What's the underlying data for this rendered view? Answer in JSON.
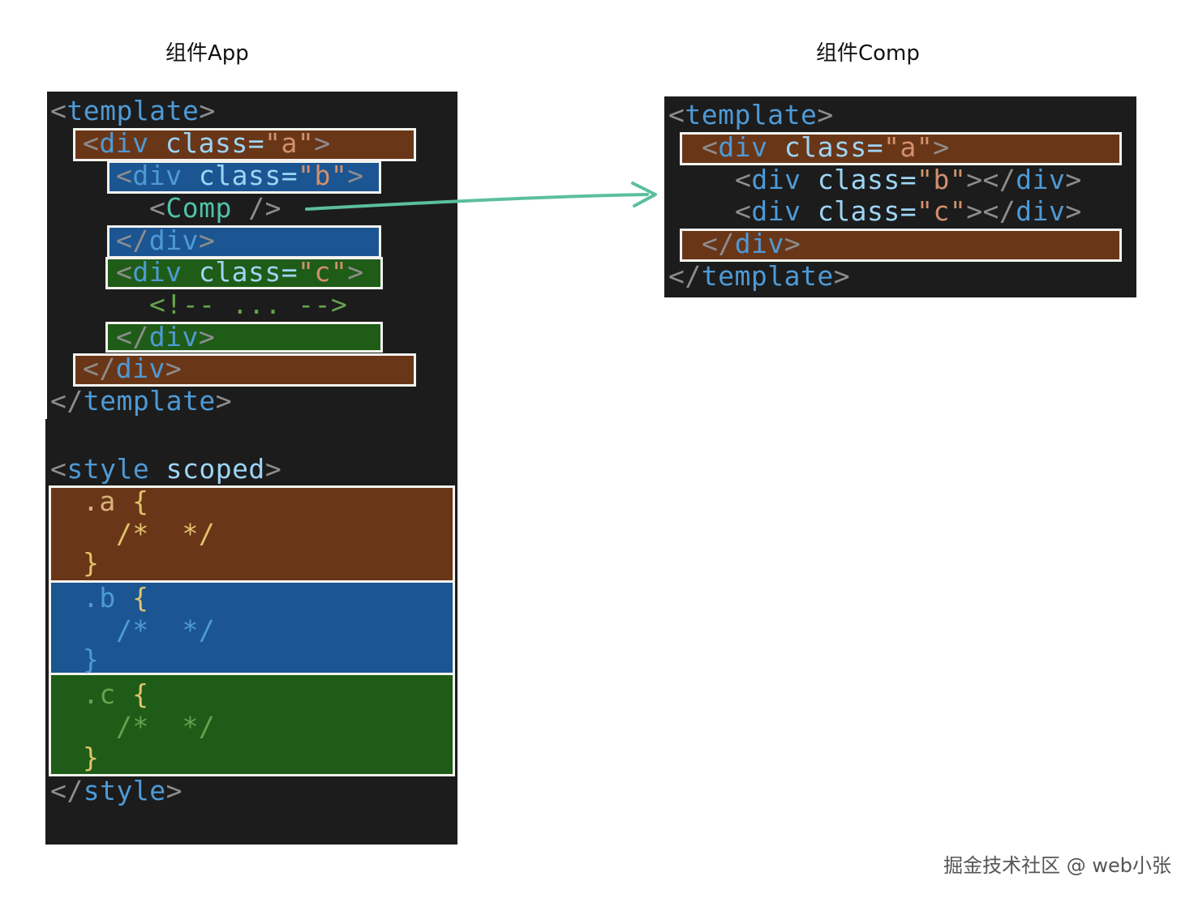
{
  "titles": {
    "app": "组件App",
    "comp": "组件Comp"
  },
  "app_template": {
    "open_bracket": "<",
    "open_tag": "template",
    "open_close": ">",
    "div_a": {
      "lt": "<",
      "tag": "div",
      "attr": "class",
      "eq": "=",
      "val": "\"a\"",
      "gt": ">"
    },
    "div_b": {
      "lt": "<",
      "tag": "div",
      "attr": "class",
      "eq": "=",
      "val": "\"b\"",
      "gt": ">"
    },
    "comp": {
      "lt": "<",
      "name": "Comp",
      "end": "/>"
    },
    "close_div_b": {
      "lt": "</",
      "tag": "div",
      "gt": ">"
    },
    "div_c": {
      "lt": "<",
      "tag": "div",
      "attr": "class",
      "eq": "=",
      "val": "\"c\"",
      "gt": ">"
    },
    "comment": "<!-- ... -->",
    "close_div_c": {
      "lt": "</",
      "tag": "div",
      "gt": ">"
    },
    "close_div_a": {
      "lt": "</",
      "tag": "div",
      "gt": ">"
    },
    "close_bracket": "</",
    "close_tag": "template",
    "close_close": ">"
  },
  "app_style": {
    "open_lt": "<",
    "open_tag": "style",
    "open_attr": "scoped",
    "open_gt": ">",
    "rules": [
      {
        "selector": ".a",
        "open": "{",
        "comment": "/*  */",
        "close": "}"
      },
      {
        "selector": ".b",
        "open": "{",
        "comment": "/*  */",
        "close": "}"
      },
      {
        "selector": ".c",
        "open": "{",
        "comment": "/*  */",
        "close": "}"
      }
    ],
    "close_lt": "</",
    "close_tag": "style",
    "close_gt": ">"
  },
  "comp_template": {
    "open_bracket": "<",
    "open_tag": "template",
    "open_close": ">",
    "div_a": {
      "lt": "<",
      "tag": "div",
      "attr": "class",
      "eq": "=",
      "val": "\"a\"",
      "gt": ">"
    },
    "div_b": {
      "lt": "<",
      "tag": "div",
      "attr": "class",
      "eq": "=",
      "val": "\"b\"",
      "mid": "></",
      "tag2": "div",
      "gt": ">"
    },
    "div_c": {
      "lt": "<",
      "tag": "div",
      "attr": "class",
      "eq": "=",
      "val": "\"c\"",
      "mid": "></",
      "tag2": "div",
      "gt": ">"
    },
    "close_div_a": {
      "lt": "</",
      "tag": "div",
      "gt": ">"
    },
    "close_bracket": "</",
    "close_tag": "template",
    "close_close": ">"
  },
  "watermark": "掘金技术社区 @ web小张",
  "colors": {
    "panel_bg": "#1c1c1c",
    "brown_highlight": "#6a3618",
    "blue_highlight": "#1b5592",
    "green_highlight": "#1f5c17",
    "arrow": "#5bbf9e"
  }
}
